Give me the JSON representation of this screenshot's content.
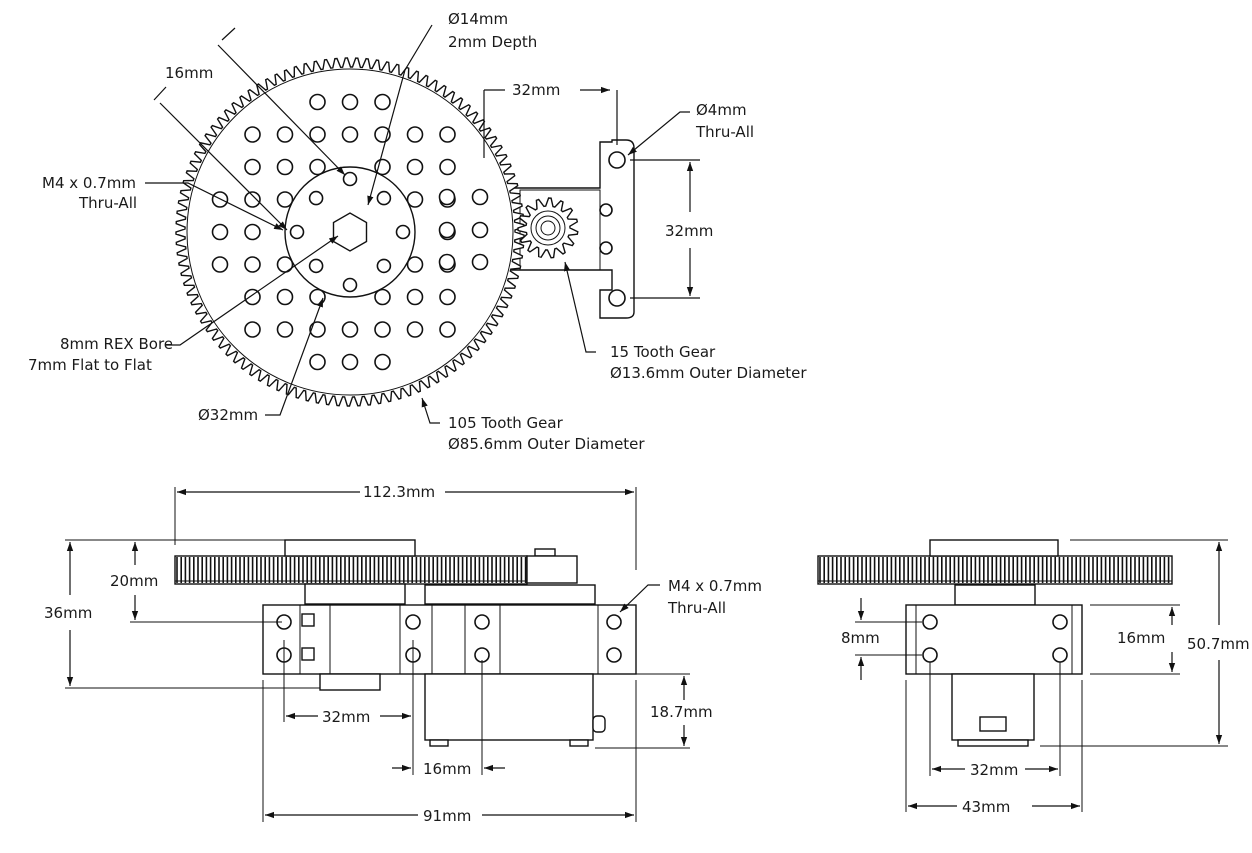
{
  "labels": {
    "top_bore_diameter": "Ø14mm",
    "top_bore_depth": "2mm Depth",
    "hub_dim_16": "16mm",
    "mount_spacing_32": "32mm",
    "servo_hole_diameter": "Ø4mm",
    "servo_hole_thru": "Thru-All",
    "screw_m4_line1": "M4 x 0.7mm",
    "screw_m4_line2": "Thru-All",
    "servo_vertical_32": "32mm",
    "rex_bore_line1": "8mm REX Bore",
    "rex_bore_line2": "7mm Flat to Flat",
    "pinion_line1": "15 Tooth Gear",
    "pinion_line2": "Ø13.6mm Outer Diameter",
    "hub_diameter": "Ø32mm",
    "big_gear_line1": "105 Tooth Gear",
    "big_gear_line2": "Ø85.6mm Outer Diameter",
    "overall_width": "112.3mm",
    "height_36": "36mm",
    "height_20": "20mm",
    "side_m4_line1": "M4 x 0.7mm",
    "side_m4_line2": "Thru-All",
    "bottom_32": "32mm",
    "servo_drop": "18.7mm",
    "bottom_16": "16mm",
    "bottom_91": "91mm",
    "end_8": "8mm",
    "end_16": "16mm",
    "end_height": "50.7mm",
    "end_32": "32mm",
    "end_43": "43mm"
  }
}
